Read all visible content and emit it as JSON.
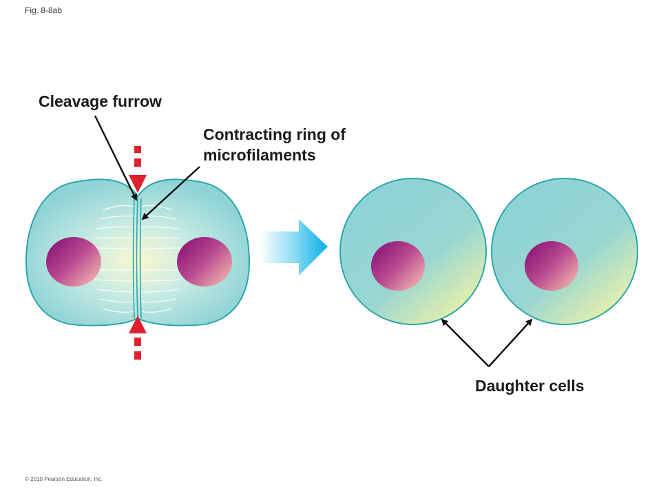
{
  "figure": {
    "label": "Fig. 8-8ab",
    "copyright": "© 2010 Pearson Education, Inc."
  },
  "labels": {
    "cleavage_furrow": "Cleavage furrow",
    "contracting_ring_line1": "Contracting ring of",
    "contracting_ring_line2": "microfilaments",
    "daughter_cells": "Daughter cells"
  },
  "colors": {
    "cell_fill": "#8fd3d6",
    "cell_stroke": "#2aa6a9",
    "cell_highlight": "#f6f2b8",
    "nucleus_dark": "#9a1f7e",
    "nucleus_light": "#e9a9b0",
    "furrow_arrow": "#e0202e",
    "process_arrow": "#12b3e6",
    "pointer": "#111111"
  },
  "icons": {
    "process_arrow": "right-arrow-icon",
    "furrow_arrows": "dashed-arrow-icon"
  }
}
